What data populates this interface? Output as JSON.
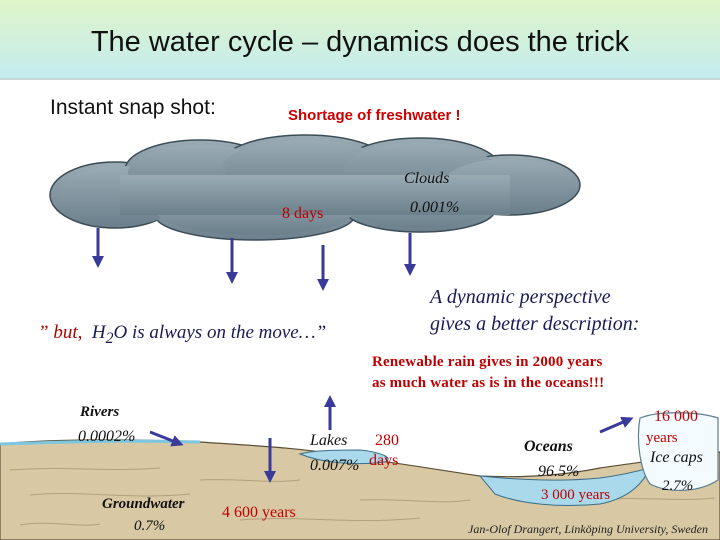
{
  "title": "The water cycle – dynamics does the trick",
  "snapshot_label": "Instant snap shot:",
  "shortage_label": "Shortage of freshwater !",
  "clouds": {
    "label": "Clouds",
    "percent": "0.001%",
    "residence": "8 days"
  },
  "move_text": {
    "prefix": "” but,",
    "formula": "H",
    "sub": "2",
    "rest": "O is always on the move…”"
  },
  "dynamic_line1": "A dynamic perspective",
  "dynamic_line2": "gives a better description:",
  "renewable_line1": "Renewable rain gives in 2000 years",
  "renewable_line2": "as much water as is in the oceans!!!",
  "rivers": {
    "label": "Rivers",
    "percent": "0.0002%"
  },
  "lakes": {
    "label": "Lakes",
    "percent": "0.007%",
    "residence_value": "280",
    "residence_unit": "days"
  },
  "groundwater": {
    "label": "Groundwater",
    "percent": "0.7%",
    "residence": "4 600 years"
  },
  "oceans": {
    "label": "Oceans",
    "percent": "96.5%",
    "residence": "3 000 years"
  },
  "ice": {
    "label": "Ice caps",
    "percent": "2.7%",
    "residence_value": "16 000",
    "residence_unit": "years"
  },
  "credit": "Jan-Olof Drangert, Linköping University, Sweden",
  "colors": {
    "cloud": "#7f949f",
    "arrow": "#3a3a9a",
    "land": "#d8c8a4",
    "water": "#a9d9ea",
    "red": "#c00000"
  }
}
